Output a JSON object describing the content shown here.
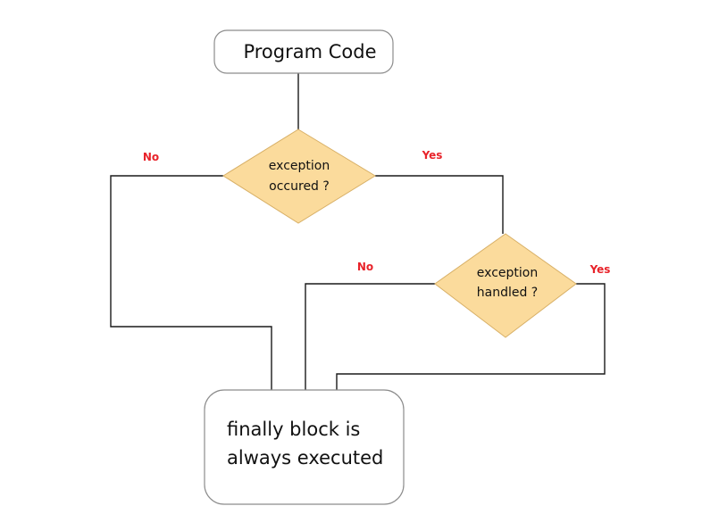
{
  "start_node": {
    "label": "Program Code"
  },
  "decision_exception_occurred": {
    "line1": "exception",
    "line2": "occured ?",
    "no_label": "No",
    "yes_label": "Yes"
  },
  "decision_exception_handled": {
    "line1": "exception",
    "line2": "handled ?",
    "no_label": "No",
    "yes_label": "Yes"
  },
  "end_node": {
    "line1": "finally block is",
    "line2": "always executed"
  },
  "colors": {
    "decision_fill": "#fbdb9c",
    "branch_label": "#e8232a",
    "connector": "#1a1a1a"
  }
}
